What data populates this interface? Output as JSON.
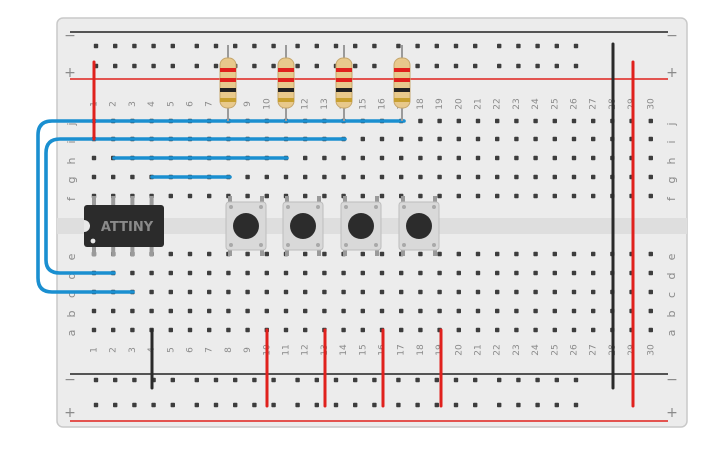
{
  "breadboard": {
    "rail_minus": "−",
    "rail_plus": "+",
    "columns": [
      "1",
      "2",
      "3",
      "4",
      "5",
      "6",
      "7",
      "8",
      "9",
      "10",
      "11",
      "12",
      "13",
      "14",
      "15",
      "16",
      "17",
      "18",
      "19",
      "20",
      "21",
      "22",
      "23",
      "24",
      "25",
      "26",
      "27",
      "28",
      "29",
      "30"
    ],
    "top_rows": [
      "j",
      "i",
      "h",
      "g",
      "f"
    ],
    "bottom_rows": [
      "e",
      "d",
      "c",
      "b",
      "a"
    ]
  },
  "chip": {
    "label": "ATTINY"
  },
  "colors": {
    "board": "#ececec",
    "board_edge": "#c9c9c9",
    "hole": "#3d3d3d",
    "rail_red": "#e0211d",
    "rail_black": "#222222",
    "wire_blue": "#1a8fd0",
    "wire_red": "#e0211d",
    "wire_black": "#2a2a2a",
    "chip_body": "#2b2b2b",
    "button_body": "#d9d9d9",
    "button_cap": "#2c2c2c",
    "resistor_body": "#e8c98c"
  },
  "components": {
    "resistors": [
      {
        "name": "resistor-1",
        "bands": [
          "#e0211d",
          "#e0211d",
          "#222222",
          "#c8a030"
        ]
      },
      {
        "name": "resistor-2",
        "bands": [
          "#e0211d",
          "#e0211d",
          "#222222",
          "#c8a030"
        ]
      },
      {
        "name": "resistor-3",
        "bands": [
          "#e0211d",
          "#e0211d",
          "#222222",
          "#c8a030"
        ]
      },
      {
        "name": "resistor-4",
        "bands": [
          "#e0211d",
          "#e0211d",
          "#222222",
          "#c8a030"
        ]
      }
    ],
    "push_buttons": [
      "button-1",
      "button-2",
      "button-3",
      "button-4"
    ]
  }
}
